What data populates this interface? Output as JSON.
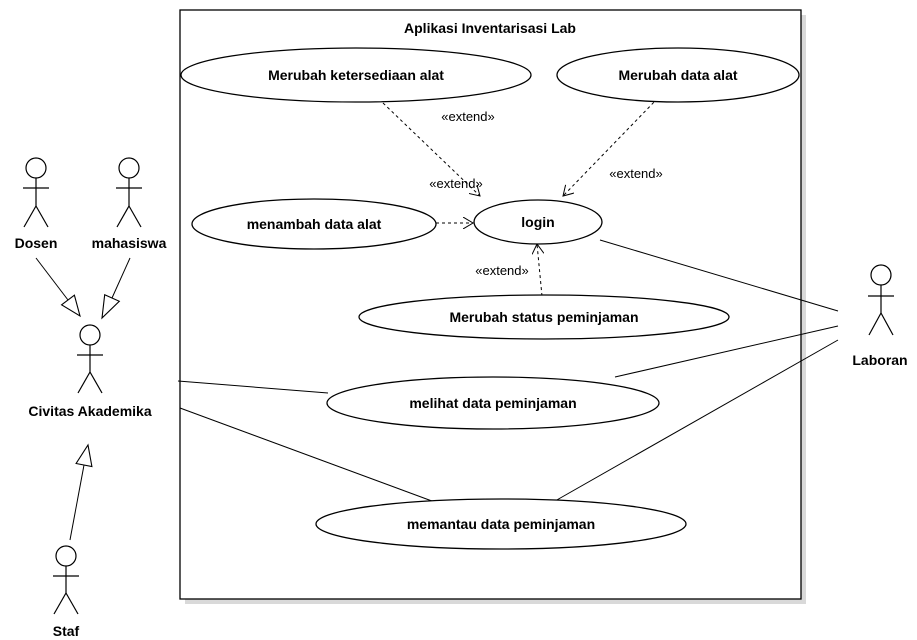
{
  "system": {
    "title": "Aplikasi Inventarisasi Lab"
  },
  "use_cases": {
    "merubah_ketersediaan": "Merubah ketersediaan alat",
    "merubah_data": "Merubah data alat",
    "menambah_data": "menambah data alat",
    "login": "login",
    "merubah_status": "Merubah status peminjaman",
    "melihat_data": "melihat data peminjaman",
    "memantau_data": "memantau data peminjaman"
  },
  "actors": {
    "dosen": "Dosen",
    "mahasiswa": "mahasiswa",
    "civitas": "Civitas Akademika",
    "staf": "Staf",
    "laboran": "Laboran"
  },
  "stereotype": "«extend»"
}
